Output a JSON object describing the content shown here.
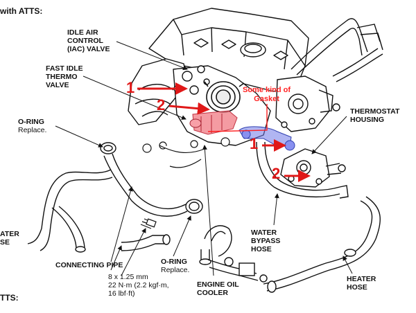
{
  "header": {
    "title": "with ATTS:"
  },
  "footer": {
    "label": "TTS:"
  },
  "labels": {
    "iac": [
      "IDLE AIR",
      "CONTROL",
      "(IAC) VALVE"
    ],
    "fast_idle": [
      "FAST IDLE",
      "THERMO",
      "VALVE"
    ],
    "oring_left": {
      "title": "O-RING",
      "sub": "Replace."
    },
    "thermostat": [
      "THERMOSTAT",
      "HOUSING"
    ],
    "water_left": [
      "ATER",
      "SE"
    ],
    "connecting_pipe": "CONNECTING PIPE",
    "bolt_spec": [
      "8 x 1.25 mm",
      "22 N·m (2.2 kgf·m,",
      "16 lbf·ft)"
    ],
    "oring_mid": {
      "title": "O-RING",
      "sub": "Replace."
    },
    "oil_cooler": [
      "ENGINE OIL",
      "COOLER"
    ],
    "water_bypass": [
      "WATER",
      "BYPASS",
      "HOSE"
    ],
    "heater_hose": [
      "HEATER",
      "HOSE"
    ]
  },
  "annotations": {
    "arrow1_left": "1",
    "arrow2_left": "2",
    "arrow1_right": "1",
    "arrow2_right": "2",
    "gasket_note": [
      "Some kind of",
      "Gasket"
    ],
    "accent_red": "#e01818",
    "highlight_red": "#f0707a",
    "highlight_blue": "#6f78e8"
  }
}
